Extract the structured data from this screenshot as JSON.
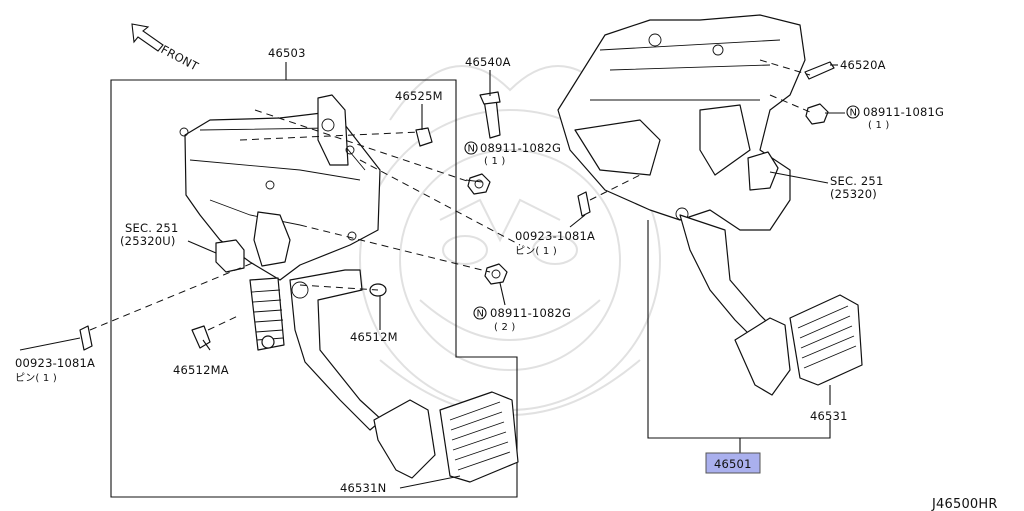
{
  "diagram": {
    "front_label": "FRONT",
    "drawing_code": "J46500HR",
    "highlight_color": "#aab0ee",
    "labels": {
      "p46503": "46503",
      "p46540a": "46540A",
      "p46525m": "46525M",
      "n08911_1082g_a": "08911-1082G",
      "n08911_1082g_a_qty": "( 1 )",
      "sec251_left": "SEC. 251",
      "sec251_left_sub": "(25320U)",
      "p00923_left": "00923-1081A",
      "p00923_left_sub": "ピン( 1 )",
      "p46512ma": "46512MA",
      "p46512m": "46512M",
      "n08911_1082g_b": "08911-1082G",
      "n08911_1082g_b_qty": "( 2 )",
      "p46531n": "46531N",
      "p00923_mid": "00923-1081A",
      "p00923_mid_sub": "ピン( 1 )",
      "p46520a": "46520A",
      "n08911_1081g": "08911-1081G",
      "n08911_1081g_qty": "( 1 )",
      "sec251_right": "SEC. 251",
      "sec251_right_sub": "(25320)",
      "p46531": "46531",
      "p46501": "46501"
    }
  }
}
